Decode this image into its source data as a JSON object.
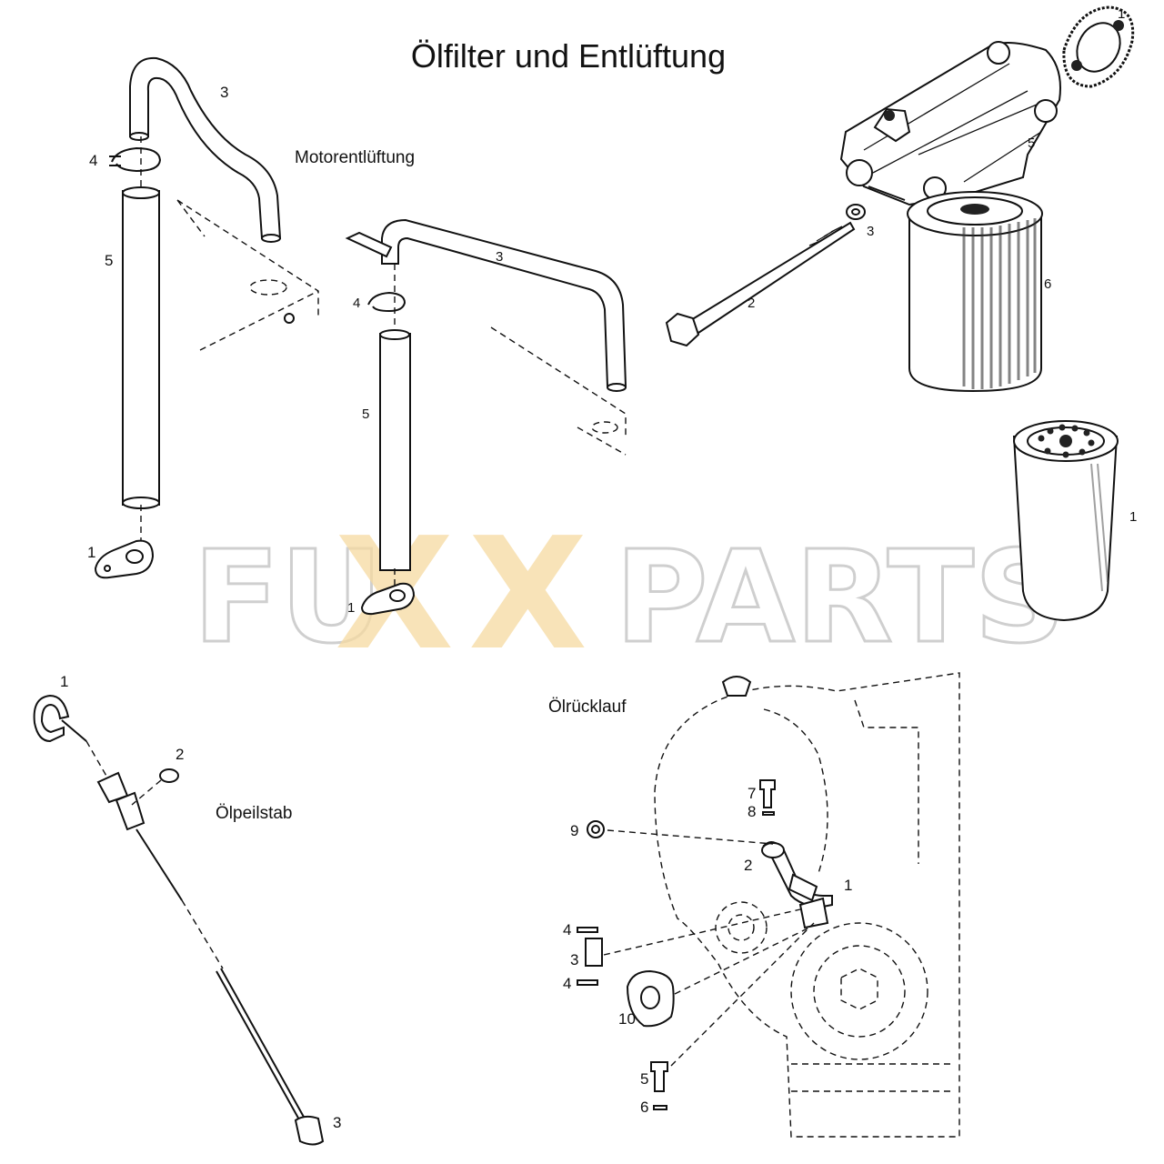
{
  "title": "Ölfilter und Entlüftung",
  "sections": {
    "motorentlueftung": "Motorentlüftung",
    "oelpeilstab": "Ölpeilstab",
    "oelruecklauf": "Ölrücklauf"
  },
  "watermark": {
    "left": "FU",
    "x1": "X",
    "x2": "X",
    "right": "PARTS",
    "accent_color": "#f6d9a0",
    "outline_color": "#cfcfcf"
  },
  "callouts": {
    "vent_a": [
      "3",
      "4",
      "5",
      "1"
    ],
    "vent_b": [
      "3",
      "4",
      "5",
      "1"
    ],
    "filter": [
      "1",
      "5",
      "3",
      "2",
      "6"
    ],
    "cartridge": [
      "1"
    ],
    "dipstick": [
      "1",
      "2",
      "3"
    ],
    "return": [
      "7",
      "8",
      "9",
      "2",
      "1",
      "4",
      "3",
      "4",
      "10",
      "5",
      "6"
    ]
  }
}
